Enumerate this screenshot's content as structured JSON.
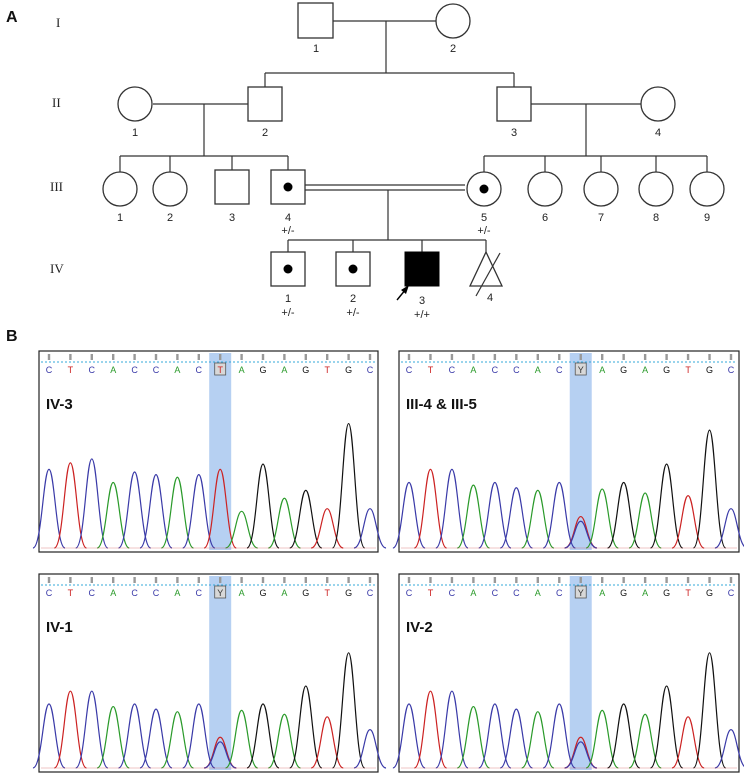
{
  "panelA": {
    "letter": "A",
    "generations": [
      "I",
      "II",
      "III",
      "IV"
    ],
    "gen1": {
      "m1": "1",
      "f2": "2"
    },
    "gen2": {
      "f1": "1",
      "m2": "2",
      "m3": "3",
      "f4": "4"
    },
    "gen3": {
      "f1": "1",
      "f2": "2",
      "m3": "3",
      "m4": "4",
      "f5": "5",
      "f6": "6",
      "f7": "7",
      "f8": "8",
      "f9": "9",
      "m4_genotype": "+/-",
      "f5_genotype": "+/-"
    },
    "gen4": {
      "m1": "1",
      "m2": "2",
      "m3": "3",
      "d4": "4",
      "m1_genotype": "+/-",
      "m2_genotype": "+/-",
      "m3_genotype": "+/+"
    }
  },
  "panelB": {
    "letter": "B",
    "sequence": [
      "C",
      "T",
      "C",
      "A",
      "C",
      "C",
      "A",
      "C",
      "T",
      "A",
      "G",
      "A",
      "G",
      "T",
      "G",
      "C"
    ],
    "sequence_het": [
      "C",
      "T",
      "C",
      "A",
      "C",
      "C",
      "A",
      "C",
      "Y",
      "A",
      "G",
      "A",
      "G",
      "T",
      "G",
      "C"
    ],
    "base_colors": {
      "A": "#2a9a2a",
      "C": "#3a3aa8",
      "G": "#111111",
      "T": "#cc2222",
      "Y": "#333333"
    },
    "highlight_color": "#a9c8f0",
    "traces": [
      {
        "label": "IV-3",
        "genotype": "hom"
      },
      {
        "label": "III-4 & III-5",
        "genotype": "het"
      },
      {
        "label": "IV-1",
        "genotype": "het"
      },
      {
        "label": "IV-2",
        "genotype": "het"
      }
    ]
  }
}
